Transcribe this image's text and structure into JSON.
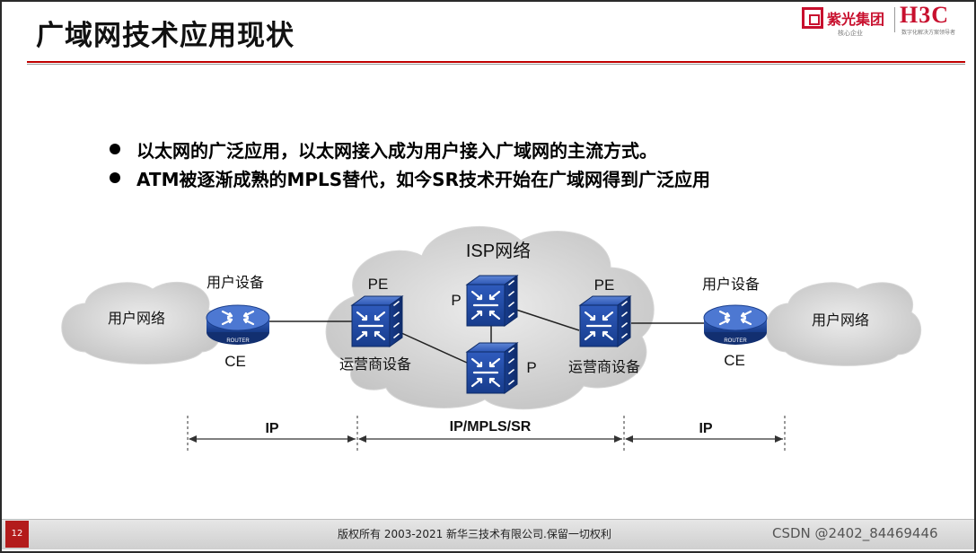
{
  "slide": {
    "title": "广域网技术应用现状",
    "page_number": "12",
    "copyright": "版权所有 2003-2021 新华三技术有限公司.保留一切权利",
    "watermark": "CSDN @2402_84469446"
  },
  "logos": {
    "group_name": "紫光集团",
    "group_tagline": "核心企业",
    "brand": "H3C",
    "brand_tagline": "数字化解决方案领导者"
  },
  "bullets": [
    "以太网的广泛应用，以太网接入成为用户接入广域网的主流方式。",
    "ATM被逐渐成熟的MPLS替代，如今SR技术开始在广域网得到广泛应用"
  ],
  "diagram": {
    "isp_cloud_label": "ISP网络",
    "left_user_network": "用户网络",
    "right_user_network": "用户网络",
    "left_user_device": "用户设备",
    "right_user_device": "用户设备",
    "left_ce": "CE",
    "right_ce": "CE",
    "router_badge": "ROUTER",
    "left_pe": "PE",
    "right_pe": "PE",
    "left_provider_device": "运营商设备",
    "right_provider_device": "运营商设备",
    "p_top": "P",
    "p_bottom": "P",
    "segment_left": "IP",
    "segment_middle": "IP/MPLS/SR",
    "segment_right": "IP"
  },
  "colors": {
    "accent_red": "#c00000",
    "switch_blue": "#1f4aa8",
    "cloud_grey": "#c9c9c9"
  }
}
